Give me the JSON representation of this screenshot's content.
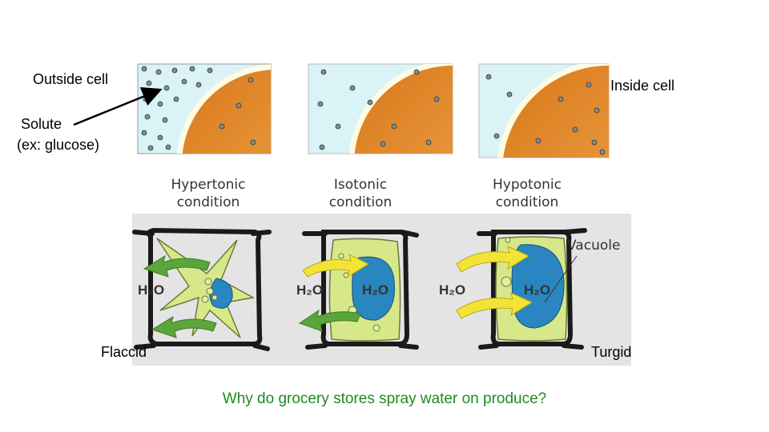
{
  "labels": {
    "outside_cell": "Outside cell",
    "inside_cell": "Inside cell",
    "solute_line1": "Solute",
    "solute_line2": "(ex: glucose)",
    "flaccid": "Flaccid",
    "turgid": "Turgid"
  },
  "conditions": [
    {
      "line1": "Hypertonic",
      "line2": "condition"
    },
    {
      "line1": "Isotonic",
      "line2": "condition"
    },
    {
      "line1": "Hypotonic",
      "line2": "condition"
    }
  ],
  "molecule": "H₂O",
  "vacuole_label": "Vacuole",
  "question": "Why do grocery stores spray water on produce?",
  "colors": {
    "outside_fluid": "#d9f3f7",
    "cell_orange": "#e9952a",
    "membrane": "#fdfbe4",
    "cytoplasm": "#d7e88a",
    "vacuole": "#2a86c0",
    "arrow_green": "#5aa63a",
    "arrow_yellow": "#f3e334",
    "question_text": "#1f8a1f"
  }
}
